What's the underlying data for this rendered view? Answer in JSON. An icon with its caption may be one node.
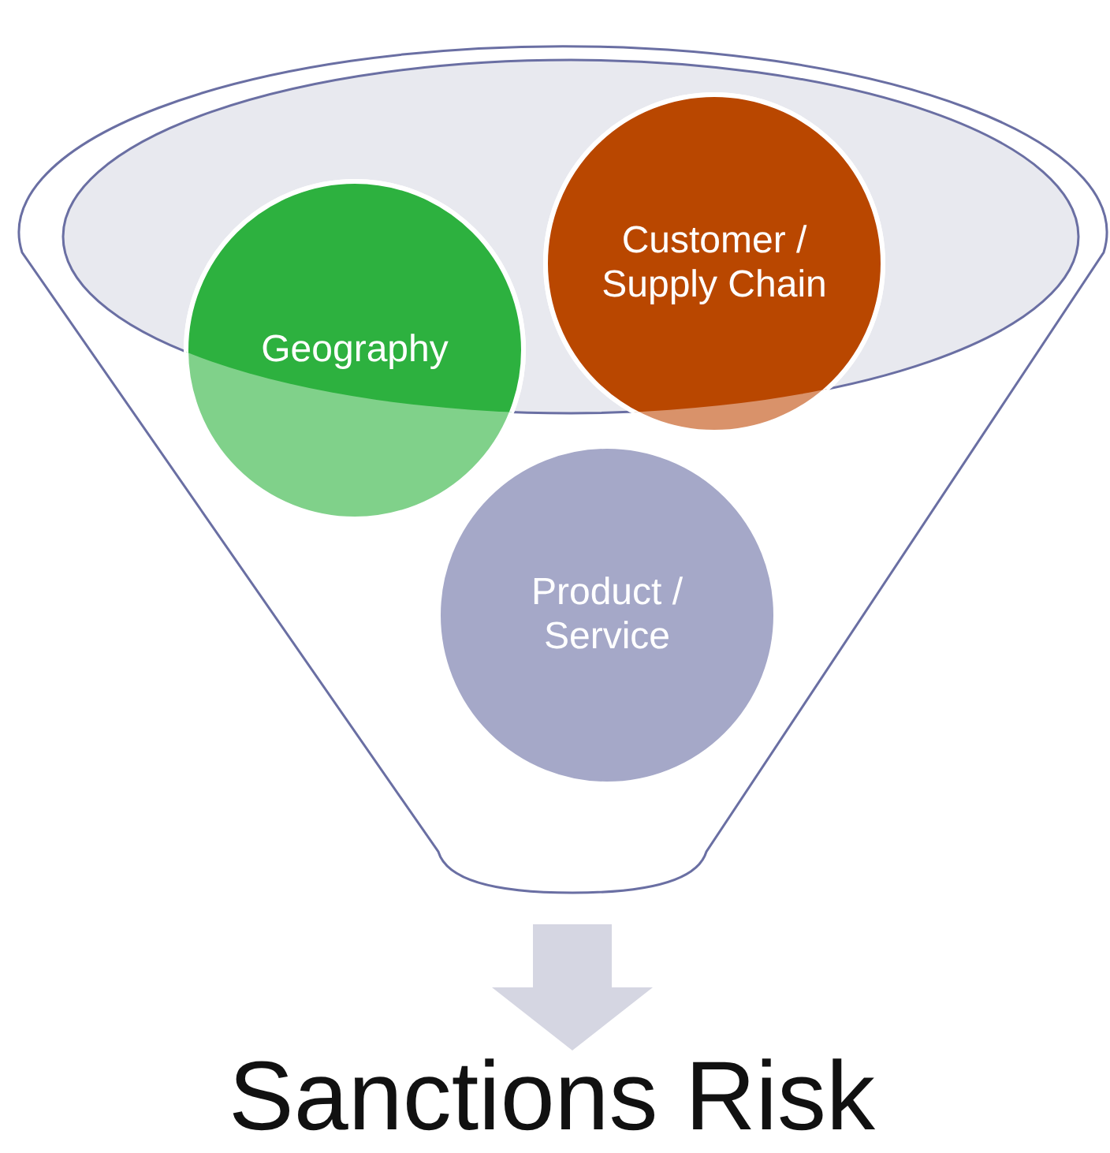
{
  "diagram": {
    "nodes": [
      {
        "text": [],
        "shape": "funnel"
      },
      {
        "text": [
          "Geography"
        ],
        "in": 0
      },
      {
        "text": [
          "Customer / Supply Chain"
        ],
        "in": 0
      },
      {
        "text": [
          "Product / Service"
        ],
        "in": 0
      },
      {
        "text": [
          "Sanctions Risk"
        ]
      }
    ],
    "edges": [
      {
        "from": 0,
        "to": 4,
        "arrow": "to"
      }
    ]
  }
}
